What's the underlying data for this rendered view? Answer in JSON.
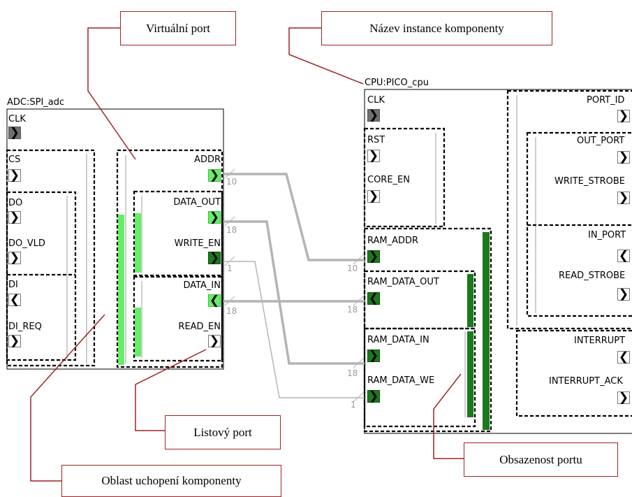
{
  "callouts": {
    "virtual_port": "Virtuální port",
    "instance_name": "Název instance komponenty",
    "leaf_port": "Listový port",
    "grab_area": "Oblast uchopení komponenty",
    "port_occupancy": "Obsazenost portu"
  },
  "adc": {
    "title": "ADC:SPI_adc",
    "ports": {
      "clk": "CLK",
      "cs": "CS",
      "do": "DO",
      "do_vld": "DO_VLD",
      "di": "DI",
      "di_req": "DI_REQ",
      "addr": "ADDR",
      "data_out": "DATA_OUT",
      "write_en": "WRITE_EN",
      "data_in": "DATA_IN",
      "read_en": "READ_EN"
    }
  },
  "cpu": {
    "title": "CPU:PICO_cpu",
    "ports": {
      "clk": "CLK",
      "rst": "RST",
      "core_en": "CORE_EN",
      "ram_addr": "RAM_ADDR",
      "ram_data_out": "RAM_DATA_OUT",
      "ram_data_in": "RAM_DATA_IN",
      "ram_data_we": "RAM_DATA_WE",
      "port_id": "PORT_ID",
      "out_port": "OUT_PORT",
      "write_strobe": "WRITE_STROBE",
      "in_port": "IN_PORT",
      "read_strobe": "READ_STROBE",
      "interrupt": "INTERRUPT",
      "interrupt_ack": "INTERRUPT_ACK"
    }
  },
  "bus_widths": {
    "addr_src": "10",
    "addr_dst": "10",
    "data_out_src": "18",
    "data_out_dst": "18",
    "write_en_src": "1",
    "write_en_dst": "1",
    "data_in_src": "18",
    "data_in_dst": "18"
  },
  "glyphs": {
    "out": "❯",
    "in": "❮"
  },
  "colors": {
    "callout_border": "#a02226",
    "occupancy_dark": "#1b7a1b",
    "occupancy_light": "#66ee66",
    "wire": "#b4b4b4"
  }
}
